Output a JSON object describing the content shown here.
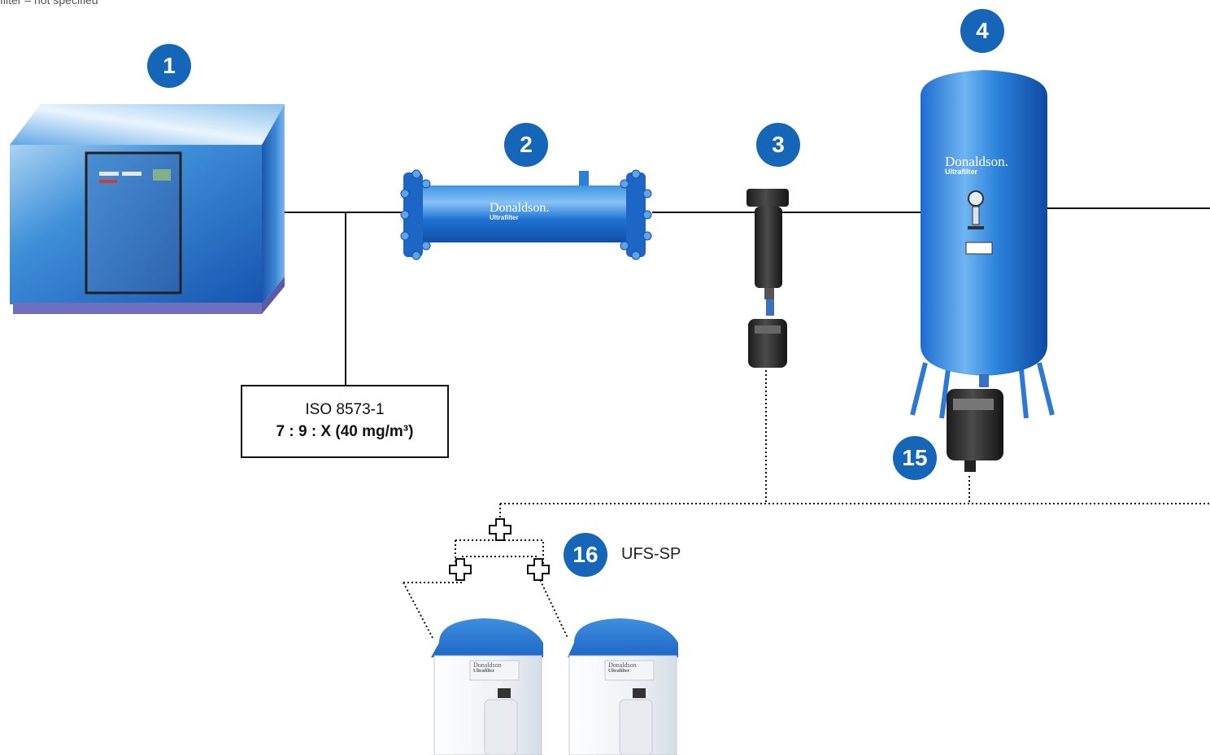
{
  "header_note": "filter  – not specified",
  "colors": {
    "badge": "#1565b8",
    "pipe": "#111111",
    "equipment_blue": "#1f6fcf"
  },
  "badges": {
    "compressor": "1",
    "aftercooler": "2",
    "separator": "3",
    "receiver": "4",
    "drain": "15",
    "oil_water_separator": "16"
  },
  "iso_spec": {
    "line1": "ISO 8573-1",
    "line2": "7 : 9 : X (40 mg/m³)"
  },
  "separator_unit_label": "UFS-SP",
  "brand": {
    "name": "Donaldson.",
    "sub": "Ultrafilter"
  },
  "brand_small": {
    "name": "Donaldson",
    "sub": "Ultrafilter"
  }
}
